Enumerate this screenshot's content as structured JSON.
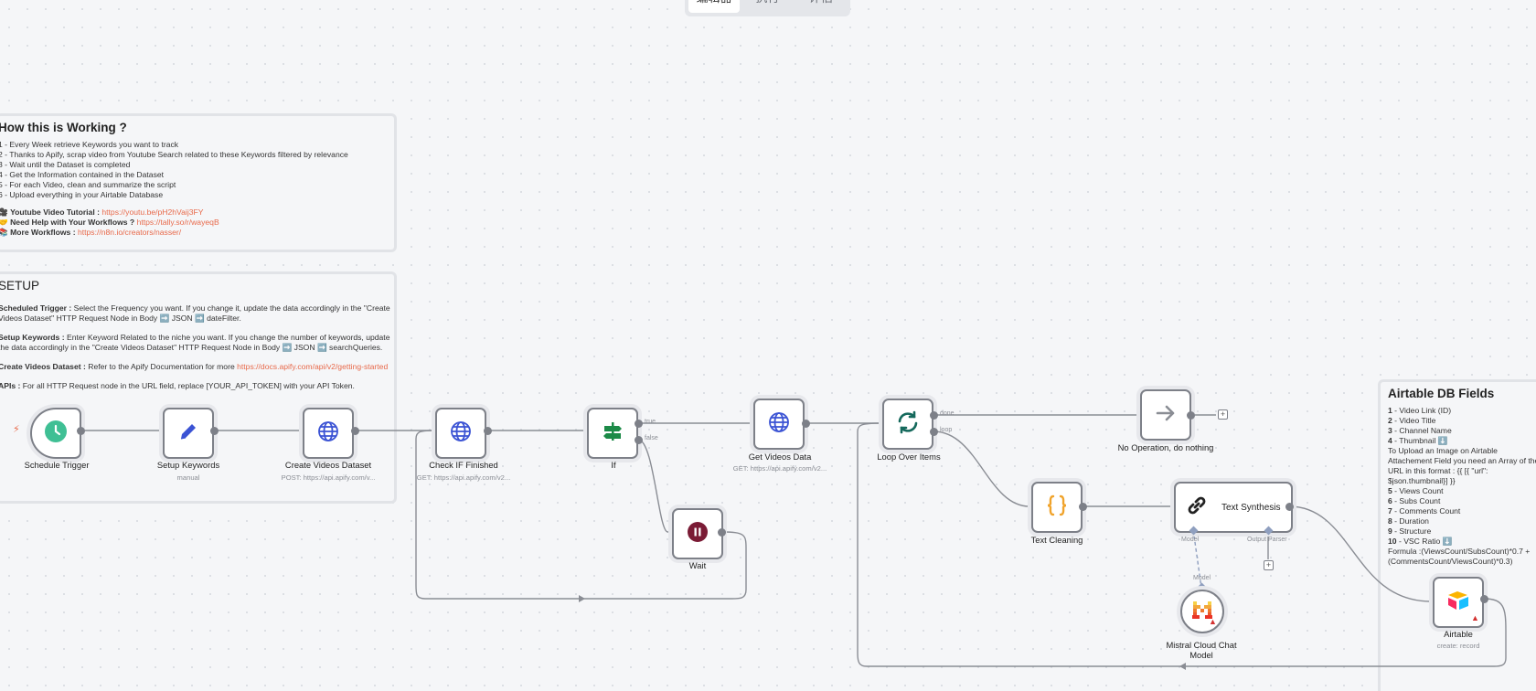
{
  "tabs": [
    "编辑器",
    "执行",
    "评估"
  ],
  "notes": {
    "how": {
      "title": "How this is Working ?",
      "lines": [
        "1 - Every Week retrieve Keywords you want to track",
        "2 - Thanks to Apify, scrap video from Youtube Search related to these Keywords filtered by relevance",
        "3 - Wait until the Dataset is completed",
        "4 - Get the Information contained in the Dataset",
        "5 - For each Video, clean and summarize the script",
        "6 - Upload everything in your Airtable Database"
      ],
      "tutorial_label": "Youtube Video Tutorial : ",
      "tutorial_link": "https://youtu.be/pH2hVaij3FY",
      "help_label": "Need Help with Your Workflows ? ",
      "help_link": "https://tally.so/r/wayeqB",
      "more_label": "More Workflows : ",
      "more_link": "https://n8n.io/creators/nasser/"
    },
    "setup": {
      "title": "SETUP",
      "p1_bold": "Scheduled Trigger : ",
      "p1_a": "Select the Frequency you want. If you change it, update the data accordingly in the \"Create",
      "p1_b": "Videos Dataset\" HTTP Request Node in Body ➡️ JSON ➡️ dateFilter.",
      "p2_bold": "Setup Keywords : ",
      "p2_a": "Enter Keyword Related to the niche you want. If you change the number of keywords, update",
      "p2_b": "the data accordingly in the \"Create Videos Dataset\" HTTP Request Node in Body ➡️ JSON ➡️ searchQueries.",
      "p3_bold": "Create Videos Dataset : ",
      "p3_text": "Refer to the Apify Documentation for more ",
      "p3_link": "https://docs.apify.com/api/v2/getting-started",
      "p4_bold": "APIs : ",
      "p4_text": "For all HTTP Request node in the URL field, replace [YOUR_API_TOKEN] with your API Token."
    },
    "db": {
      "title": "Airtable DB Fields",
      "fields": [
        {
          "n": "1",
          "t": " - Video Link (ID)"
        },
        {
          "n": "2",
          "t": " - Video Title"
        },
        {
          "n": "3",
          "t": " - Channel Name"
        },
        {
          "n": "4",
          "t": " - Thumbnail ⬇️"
        }
      ],
      "thumb_a": "To Upload an Image on Airtable",
      "thumb_b": "Attachement Field you need an Array of the",
      "thumb_c": "URL in this format : {{ [{ \"url\":",
      "thumb_d": "$json.thumbnail}] }}",
      "fields2": [
        {
          "n": "5",
          "t": " - Views Count"
        },
        {
          "n": "6",
          "t": " - Subs Count"
        },
        {
          "n": "7",
          "t": " - Comments Count"
        },
        {
          "n": "8",
          "t": " - Duration"
        },
        {
          "n": "9",
          "t": " - Structure"
        },
        {
          "n": "10",
          "t": " - VSC Ratio ⬇️"
        }
      ],
      "formula_a": "Formula :(ViewsCount/SubsCount)*0.7 +",
      "formula_b": "(CommentsCount/ViewsCount)*0.3)"
    }
  },
  "nodes": {
    "schedule": {
      "label": "Schedule Trigger",
      "icon": "clock-icon"
    },
    "keywords": {
      "label": "Setup Keywords",
      "sub": "manual",
      "icon": "pencil-icon"
    },
    "create": {
      "label": "Create Videos Dataset",
      "sub": "POST: https://api.apify.com/v...",
      "icon": "globe-icon"
    },
    "check": {
      "label": "Check IF Finished",
      "sub": "GET: https://api.apify.com/v2...",
      "icon": "globe-icon"
    },
    "if": {
      "label": "If",
      "true": "true",
      "false": "false",
      "icon": "signpost-icon"
    },
    "wait": {
      "label": "Wait",
      "icon": "pause-icon"
    },
    "getvideos": {
      "label": "Get Videos Data",
      "sub": "GET: https://api.apify.com/v2...",
      "icon": "globe-icon"
    },
    "loop": {
      "label": "Loop Over Items",
      "done": "done",
      "loop": "loop",
      "icon": "loop-icon"
    },
    "noop": {
      "label": "No Operation, do nothing",
      "icon": "arrow-right-icon"
    },
    "clean": {
      "label": "Text Cleaning",
      "icon": "code-braces-icon"
    },
    "synth": {
      "label": "Text Synthesis",
      "model": "Model",
      "parser": "Output Parser",
      "icon": "chain-link-icon"
    },
    "mistral": {
      "label_a": "Mistral Cloud Chat",
      "label_b": "Model",
      "port": "Model",
      "icon": "mistral-icon"
    },
    "airtable": {
      "label": "Airtable",
      "sub": "create: record",
      "icon": "airtable-icon"
    }
  },
  "colors": {
    "link": "#e8694a",
    "clock": "#3fbf94",
    "pencil": "#3b53d4",
    "globe": "#3b53d4",
    "if": "#1c8a47",
    "wait": "#7a1b35",
    "loop": "#15695c",
    "code": "#f0a32b"
  }
}
